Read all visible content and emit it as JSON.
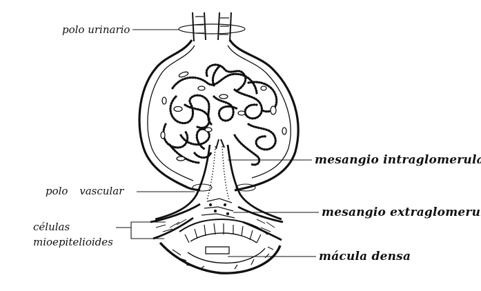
{
  "labels": {
    "urinary_pole": "polo urinario",
    "vascular_pole": "polo vascular",
    "myoepithelioid_cells_line1": "células",
    "myoepithelioid_cells_line2": "mioepitelioides",
    "intraglomerular_mesangium": "mesangio intraglomerular",
    "extraglomerular_mesangium": "mesangio extraglomerular",
    "macula_densa": "mácula densa"
  },
  "colors": {
    "ink": "#111111",
    "paper": "#ffffff",
    "stipple": "#2a2a2a"
  }
}
